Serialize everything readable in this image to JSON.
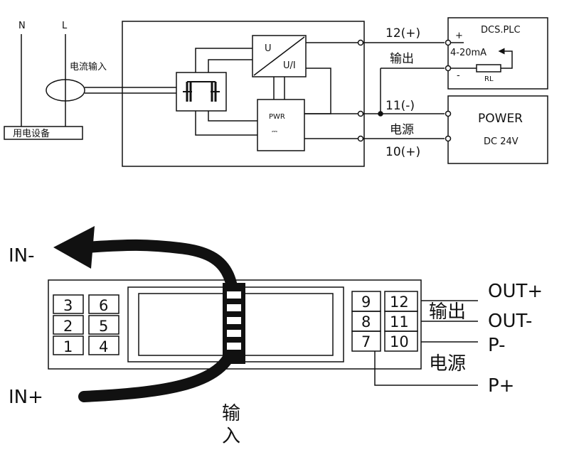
{
  "top_diagram": {
    "source_labels": {
      "n": "N",
      "l": "L",
      "device": "用电设备"
    },
    "current_input_label": "电流输入",
    "converter": {
      "u": "U",
      "ui": "U/I"
    },
    "pwr_block": "PWR",
    "terminals": {
      "t12": "12(+)",
      "output": "输出",
      "t11": "11(-)",
      "power": "电源",
      "t10": "10(+)"
    },
    "dcs": {
      "title": "DCS.PLC",
      "plus": "+",
      "range": "4-20mA",
      "minus": "-",
      "rl": "RL"
    },
    "power_box": {
      "title": "POWER",
      "voltage": "DC 24V"
    }
  },
  "bottom_diagram": {
    "in_minus": "IN-",
    "in_plus": "IN+",
    "input_label_1": "输",
    "input_label_2": "入",
    "left_terminals": [
      "3",
      "6",
      "2",
      "5",
      "1",
      "4"
    ],
    "right_terminals": [
      "9",
      "12",
      "8",
      "11",
      "7",
      "10"
    ],
    "output_label": "输出",
    "power_label": "电源",
    "out_plus": "OUT+",
    "out_minus": "OUT-",
    "p_minus": "P-",
    "p_plus": "P+"
  }
}
